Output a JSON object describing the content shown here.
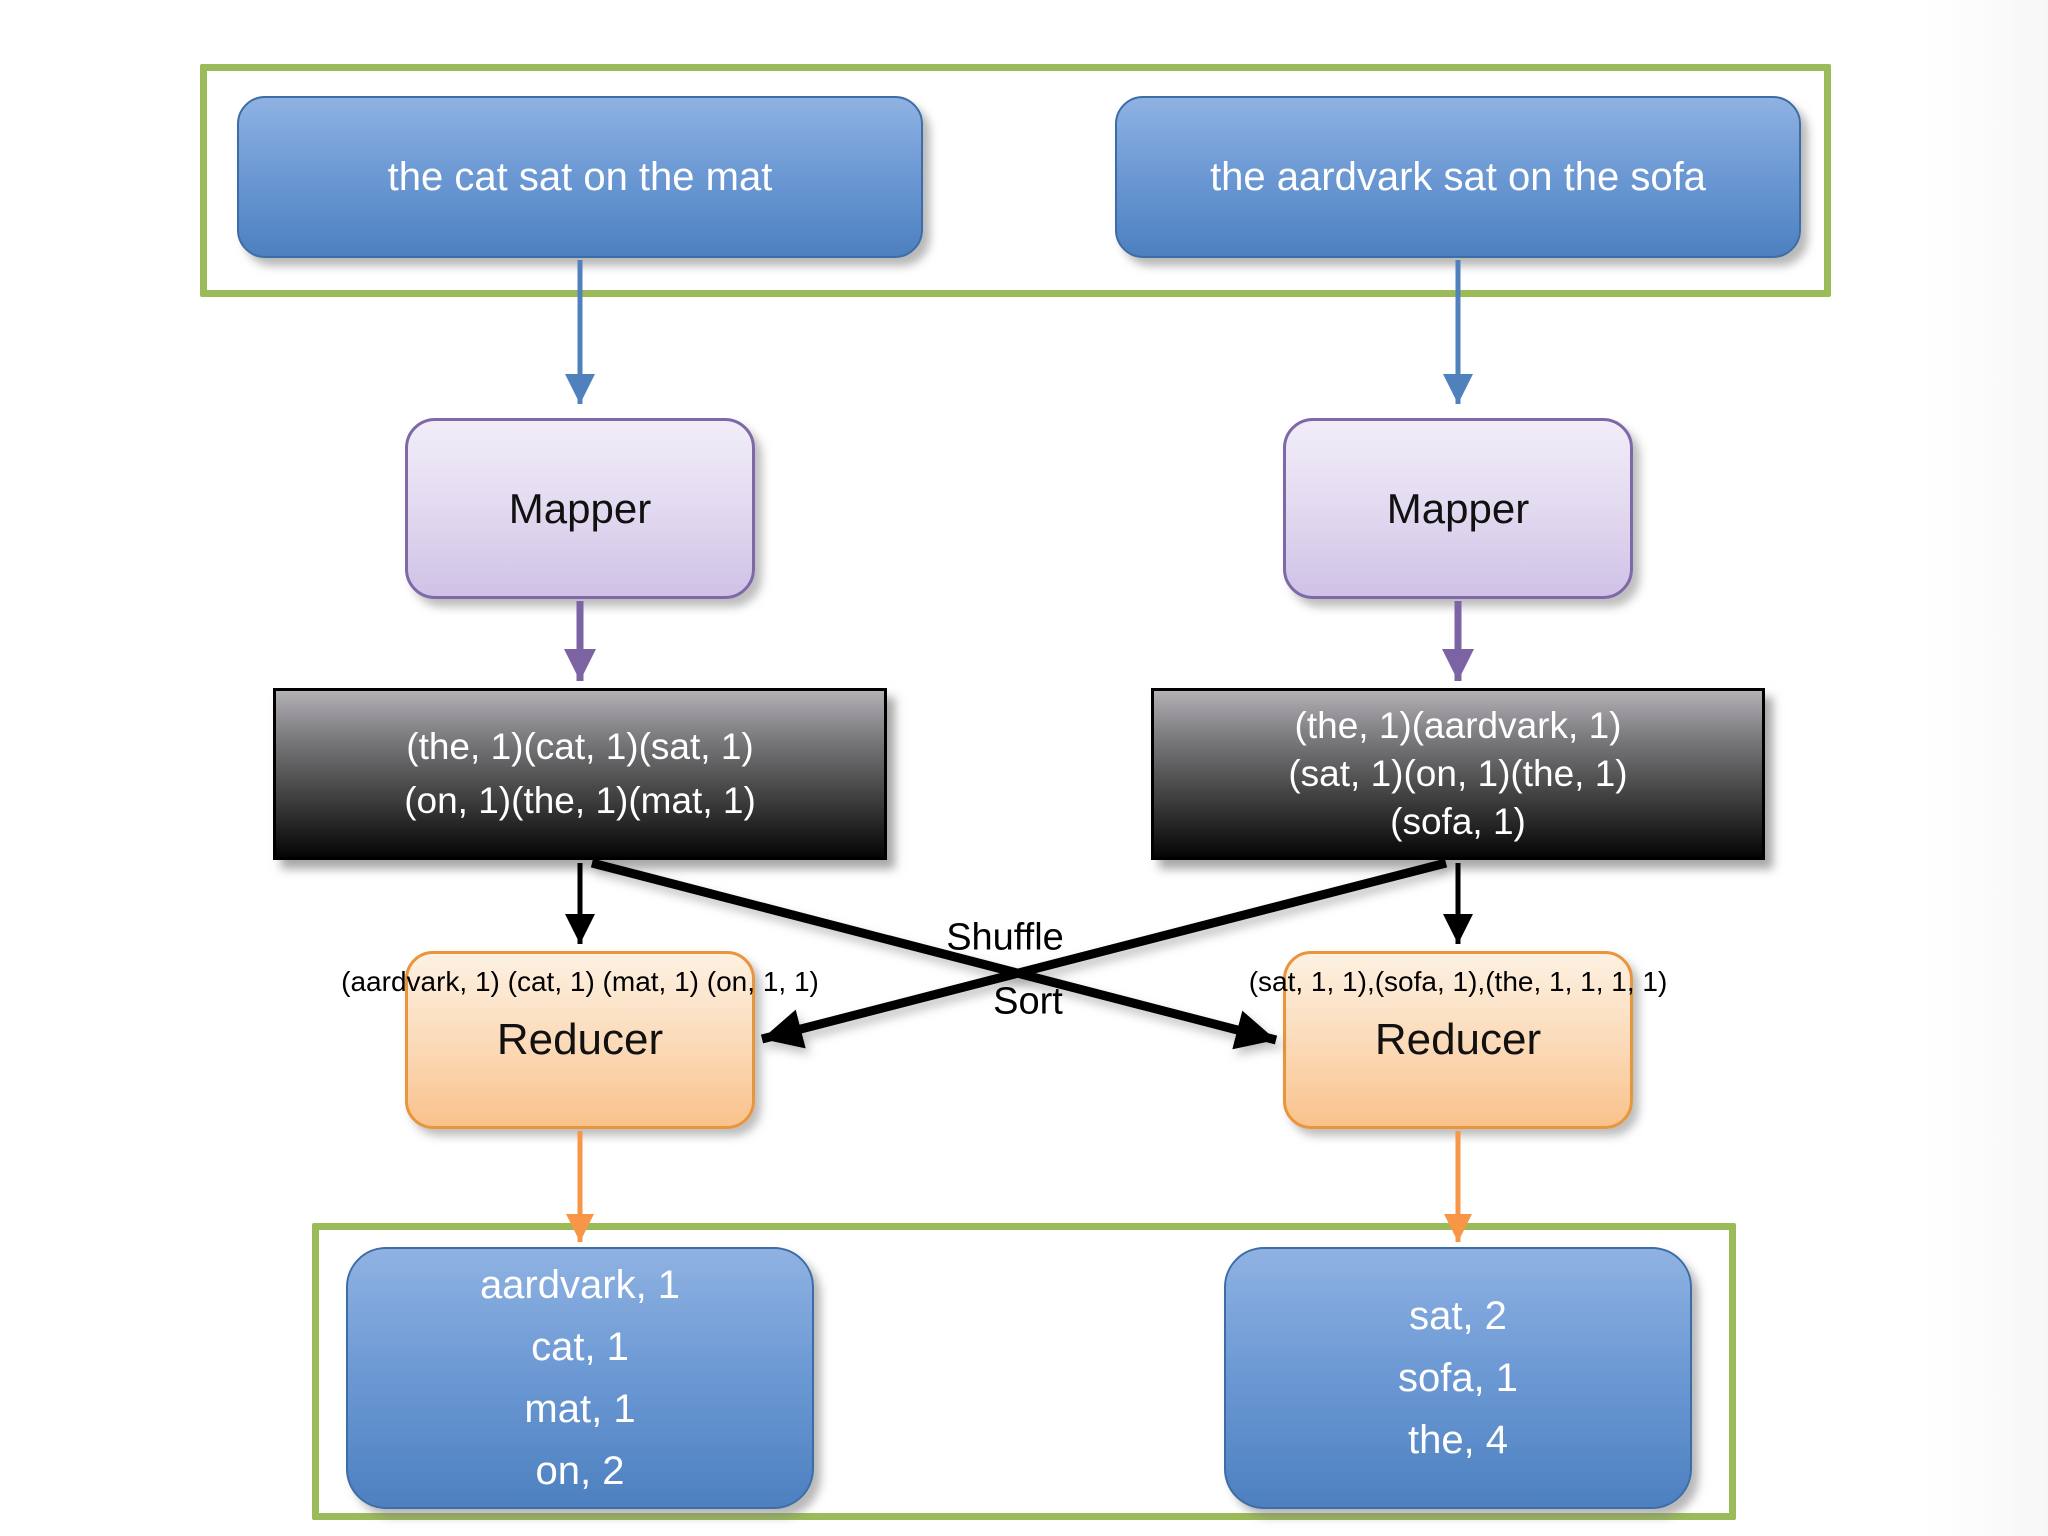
{
  "diagram": {
    "inputs": [
      {
        "text": "the cat sat on the mat"
      },
      {
        "text": "the aardvark sat on the sofa"
      }
    ],
    "mappers": [
      {
        "label": "Mapper"
      },
      {
        "label": "Mapper"
      }
    ],
    "map_outputs": [
      {
        "lines": [
          "(the, 1)(cat, 1)(sat, 1)",
          "(on, 1)(the, 1)(mat, 1)"
        ]
      },
      {
        "lines": [
          "(the, 1)(aardvark, 1)",
          "(sat, 1)(on, 1)(the, 1)",
          "(sofa, 1)"
        ]
      }
    ],
    "shuffle_sort": {
      "shuffle_label": "Shuffle",
      "sort_label": "Sort"
    },
    "reducers": [
      {
        "input_label": "(aardvark, 1) (cat, 1) (mat, 1) (on, 1, 1)",
        "label": "Reducer"
      },
      {
        "input_label": "(sat, 1, 1),(sofa, 1),(the, 1, 1, 1, 1)",
        "label": "Reducer"
      }
    ],
    "outputs": [
      {
        "lines": [
          "aardvark, 1",
          "cat, 1",
          "mat, 1",
          "on, 2"
        ]
      },
      {
        "lines": [
          "sat, 2",
          "sofa, 1",
          "the, 4"
        ]
      }
    ],
    "colors": {
      "input_output_box_blue": "#4f81bd",
      "mapper_box_fill": "#dcd0ec",
      "mapper_border_purple": "#7e68a8",
      "map_output_box_dark": "#333333",
      "reducer_box_fill": "#fbd5ab",
      "reducer_border_orange": "#e8953c",
      "group_frame_green": "#9bbb59",
      "arrow_blue": "#4f81bd",
      "arrow_purple": "#7c64a4",
      "arrow_orange": "#f79646",
      "arrow_black": "#000000"
    }
  }
}
